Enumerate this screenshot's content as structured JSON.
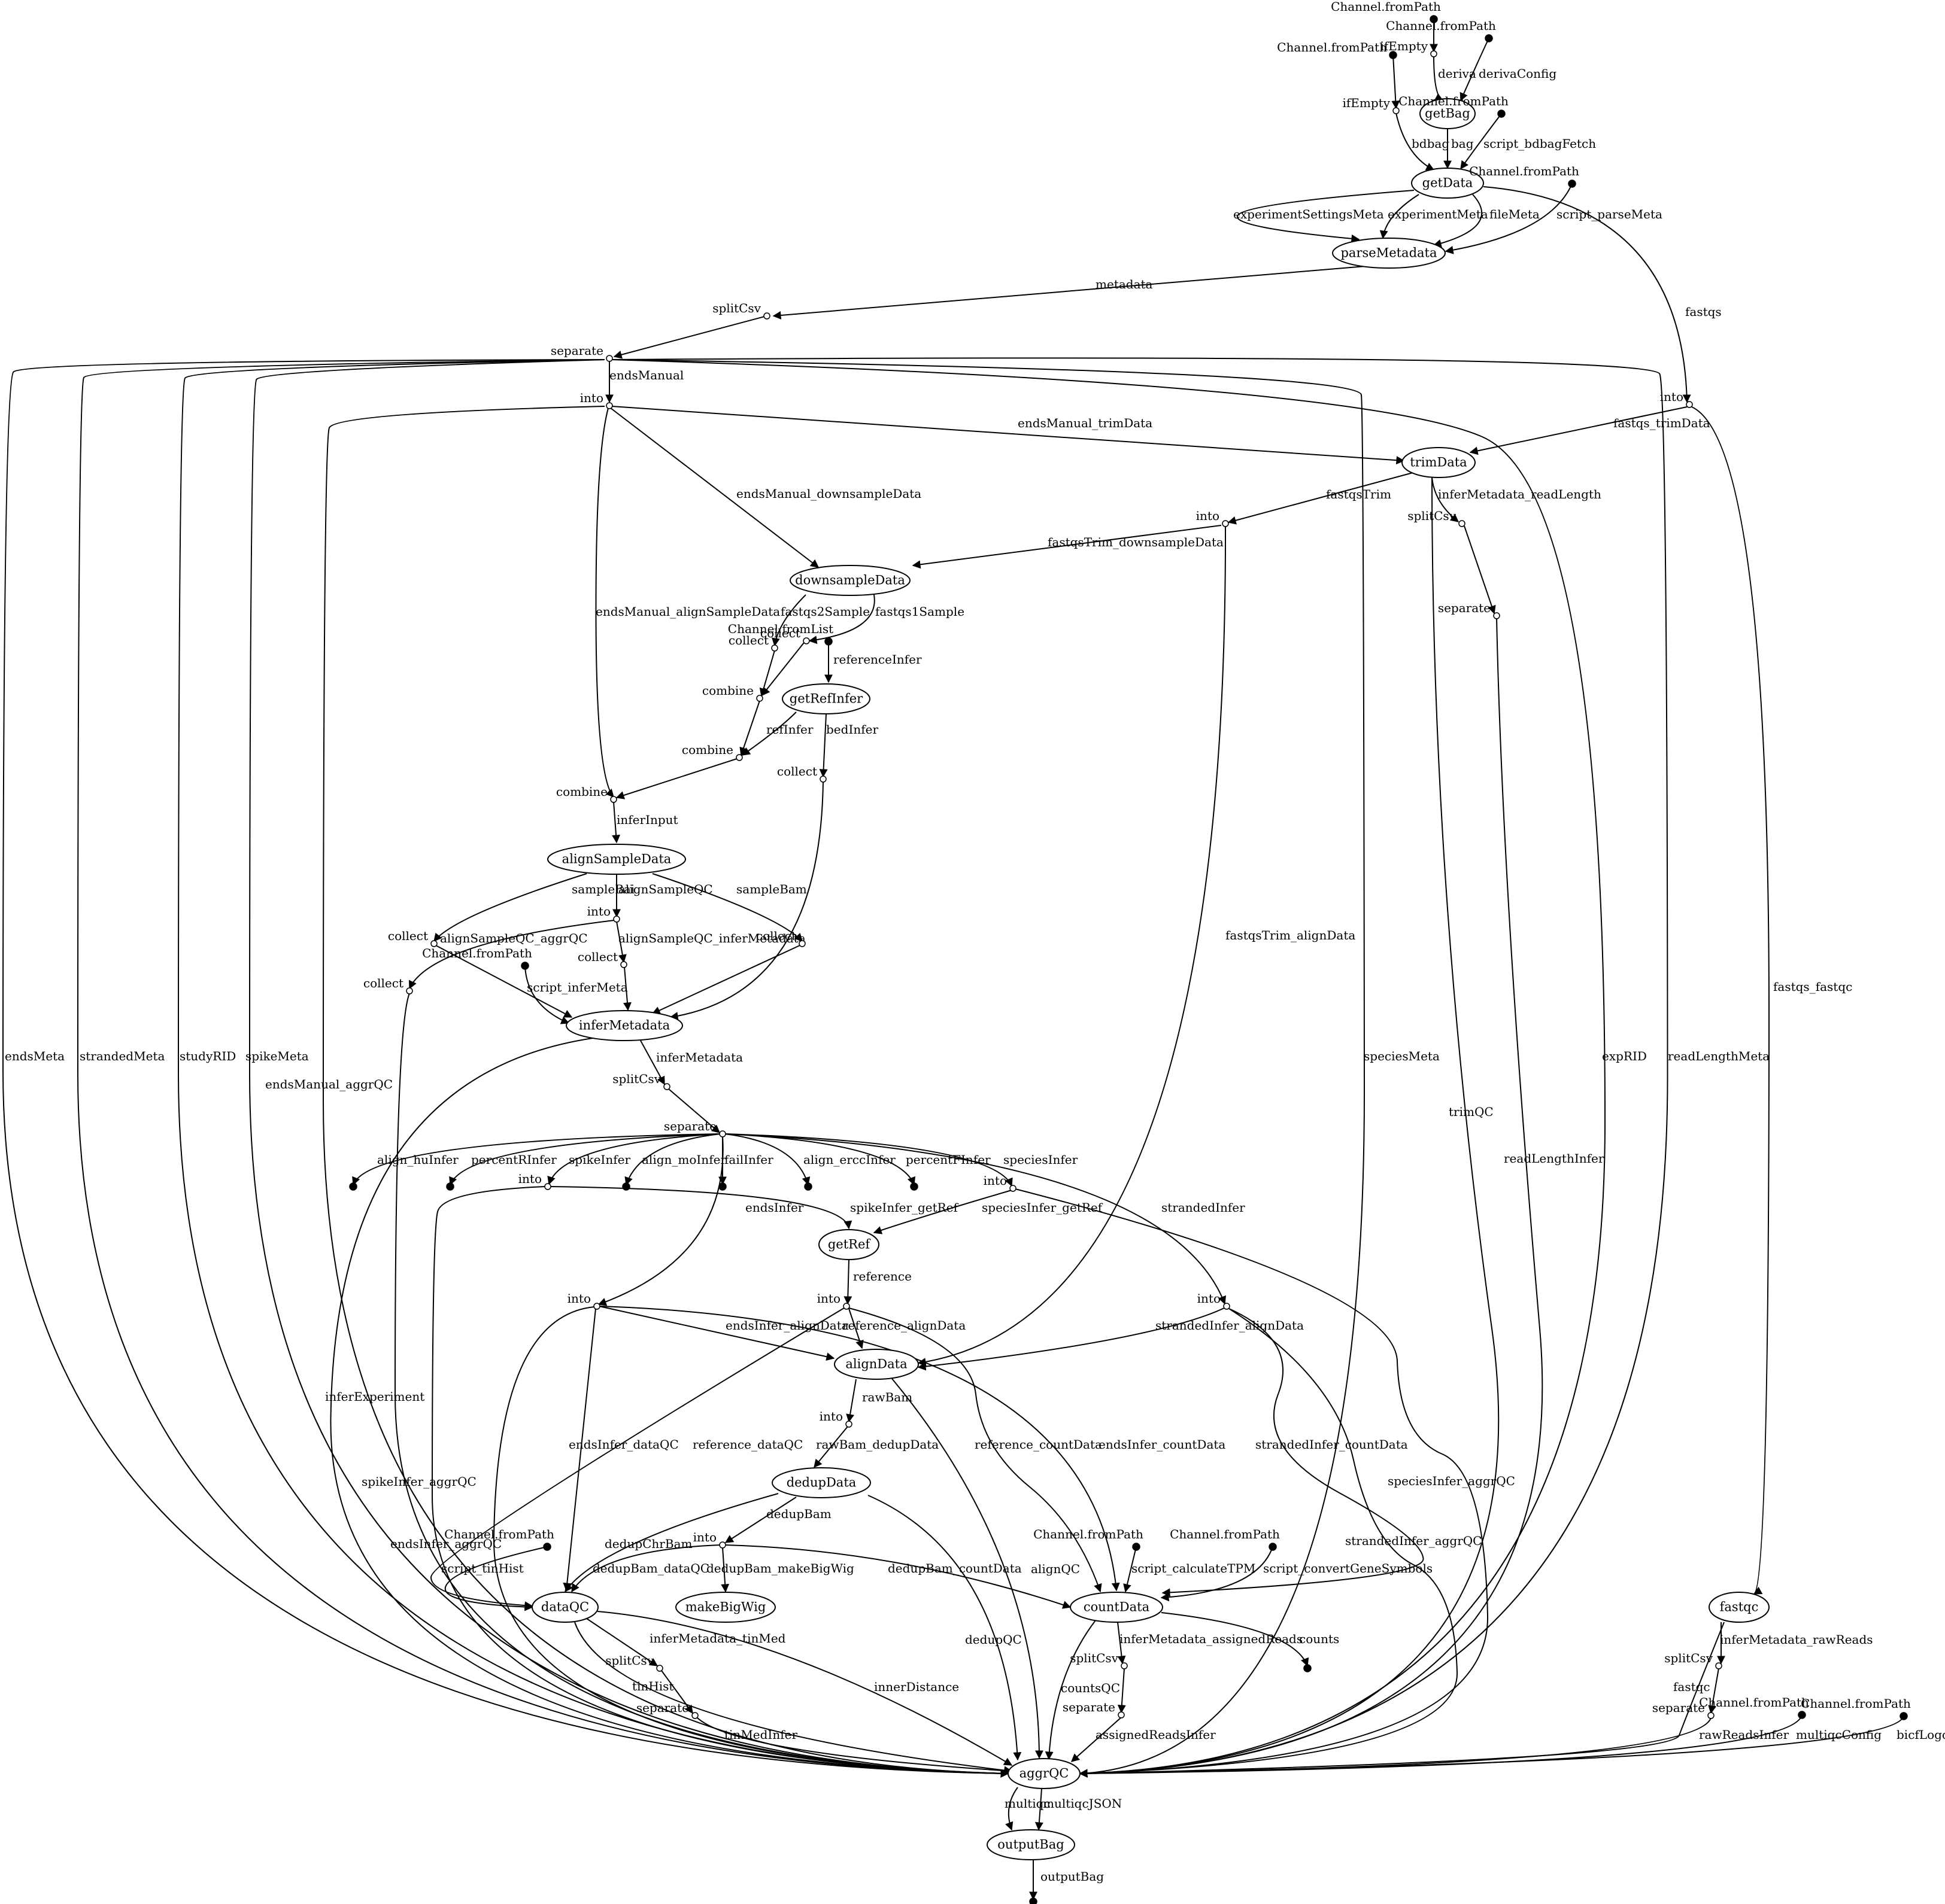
{
  "processes": [
    {
      "id": "getBag",
      "label": "getBag"
    },
    {
      "id": "getData",
      "label": "getData"
    },
    {
      "id": "parseMetadata",
      "label": "parseMetadata"
    },
    {
      "id": "trimData",
      "label": "trimData"
    },
    {
      "id": "downsampleData",
      "label": "downsampleData"
    },
    {
      "id": "getRefInfer",
      "label": "getRefInfer"
    },
    {
      "id": "alignSampleData",
      "label": "alignSampleData"
    },
    {
      "id": "inferMetadata",
      "label": "inferMetadata"
    },
    {
      "id": "getRef",
      "label": "getRef"
    },
    {
      "id": "alignData",
      "label": "alignData"
    },
    {
      "id": "dedupData",
      "label": "dedupData"
    },
    {
      "id": "makeBigWig",
      "label": "makeBigWig"
    },
    {
      "id": "dataQC",
      "label": "dataQC"
    },
    {
      "id": "countData",
      "label": "countData"
    },
    {
      "id": "fastqc",
      "label": "fastqc"
    },
    {
      "id": "aggrQC",
      "label": "aggrQC"
    },
    {
      "id": "outputBag",
      "label": "outputBag"
    }
  ],
  "points": [
    {
      "id": "src1",
      "label": "Channel.fromPath",
      "filled": true
    },
    {
      "id": "ife1",
      "label": "ifEmpty",
      "filled": false
    },
    {
      "id": "src2",
      "label": "Channel.fromPath",
      "filled": true
    },
    {
      "id": "ife2",
      "label": "ifEmpty",
      "filled": false
    },
    {
      "id": "src3",
      "label": "Channel.fromPath",
      "filled": true
    },
    {
      "id": "src4",
      "label": "Channel.fromPath",
      "filled": true
    },
    {
      "id": "src5",
      "label": "Channel.fromPath",
      "filled": true
    },
    {
      "id": "splitCsv1",
      "label": "splitCsv",
      "filled": false
    },
    {
      "id": "sep1",
      "label": "separate",
      "filled": false
    },
    {
      "id": "into1",
      "label": "into",
      "filled": false
    },
    {
      "id": "into2",
      "label": "into",
      "filled": false
    },
    {
      "id": "into3",
      "label": "into",
      "filled": false
    },
    {
      "id": "splitCsv2",
      "label": "splitCsv",
      "filled": false
    },
    {
      "id": "sep2",
      "label": "separate",
      "filled": false
    },
    {
      "id": "col1",
      "label": "collect",
      "filled": false
    },
    {
      "id": "col2",
      "label": "collect",
      "filled": false
    },
    {
      "id": "src6",
      "label": "Channel.fromList",
      "filled": true
    },
    {
      "id": "comb1",
      "label": "combine",
      "filled": false
    },
    {
      "id": "comb2",
      "label": "combine",
      "filled": false
    },
    {
      "id": "col3",
      "label": "collect",
      "filled": false
    },
    {
      "id": "comb3",
      "label": "combine",
      "filled": false
    },
    {
      "id": "into4",
      "label": "into",
      "filled": false
    },
    {
      "id": "col4",
      "label": "collect",
      "filled": false
    },
    {
      "id": "col5",
      "label": "collect",
      "filled": false
    },
    {
      "id": "col6",
      "label": "collect",
      "filled": false
    },
    {
      "id": "col7",
      "label": "collect",
      "filled": false
    },
    {
      "id": "src7",
      "label": "Channel.fromPath",
      "filled": true
    },
    {
      "id": "splitCsv3",
      "label": "splitCsv",
      "filled": false
    },
    {
      "id": "sep3",
      "label": "separate",
      "filled": false
    },
    {
      "id": "into5",
      "label": "into",
      "filled": false
    },
    {
      "id": "into6",
      "label": "into",
      "filled": false
    },
    {
      "id": "into7",
      "label": "into",
      "filled": false
    },
    {
      "id": "into8",
      "label": "into",
      "filled": false
    },
    {
      "id": "into9",
      "label": "into",
      "filled": false
    },
    {
      "id": "into10",
      "label": "into",
      "filled": false
    },
    {
      "id": "into11",
      "label": "into",
      "filled": false
    },
    {
      "id": "src8",
      "label": "Channel.fromPath",
      "filled": true
    },
    {
      "id": "src9",
      "label": "Channel.fromPath",
      "filled": true
    },
    {
      "id": "src10",
      "label": "Channel.fromPath",
      "filled": true
    },
    {
      "id": "splitCsv4",
      "label": "splitCsv",
      "filled": false
    },
    {
      "id": "sep4",
      "label": "separate",
      "filled": false
    },
    {
      "id": "splitCsv5",
      "label": "splitCsv",
      "filled": false
    },
    {
      "id": "sep5",
      "label": "separate",
      "filled": false
    },
    {
      "id": "splitCsv6",
      "label": "splitCsv",
      "filled": false
    },
    {
      "id": "sep6",
      "label": "separate",
      "filled": false
    },
    {
      "id": "src11",
      "label": "Channel.fromPath",
      "filled": true
    },
    {
      "id": "src12",
      "label": "Channel.fromPath",
      "filled": true
    },
    {
      "id": "sink1",
      "label": "",
      "filled": true
    },
    {
      "id": "sink2",
      "label": "",
      "filled": true
    },
    {
      "id": "sink3",
      "label": "",
      "filled": true
    },
    {
      "id": "sink4",
      "label": "",
      "filled": true
    },
    {
      "id": "sink5",
      "label": "",
      "filled": true
    },
    {
      "id": "sink6",
      "label": "",
      "filled": true
    },
    {
      "id": "sink7",
      "label": "",
      "filled": true
    },
    {
      "id": "sink8",
      "label": "",
      "filled": true
    },
    {
      "id": "sink9",
      "label": "",
      "filled": true
    }
  ],
  "edges": [
    {
      "id": "e1",
      "from": "src1",
      "to": "ife1",
      "label": ""
    },
    {
      "id": "e2",
      "from": "ife1",
      "to": "getBag",
      "label": "deriva"
    },
    {
      "id": "e3",
      "from": "src3",
      "to": "getBag",
      "label": "derivaConfig"
    },
    {
      "id": "e4",
      "from": "src2",
      "to": "ife2",
      "label": ""
    },
    {
      "id": "e5",
      "from": "ife2",
      "to": "getData",
      "label": "bdbag"
    },
    {
      "id": "e6",
      "from": "getBag",
      "to": "getData",
      "label": "bag"
    },
    {
      "id": "e7",
      "from": "src4",
      "to": "getData",
      "label": "script_bdbagFetch"
    },
    {
      "id": "e8",
      "from": "getData",
      "to": "parseMetadata",
      "label": "experimentSettingsMeta"
    },
    {
      "id": "e9",
      "from": "getData",
      "to": "parseMetadata",
      "label": "experimentMeta"
    },
    {
      "id": "e10",
      "from": "getData",
      "to": "parseMetadata",
      "label": "fileMeta"
    },
    {
      "id": "e11",
      "from": "src5",
      "to": "parseMetadata",
      "label": "script_parseMeta"
    },
    {
      "id": "e12",
      "from": "getData",
      "to": "into2",
      "label": "fastqs"
    },
    {
      "id": "e13",
      "from": "parseMetadata",
      "to": "splitCsv1",
      "label": "metadata"
    },
    {
      "id": "e14",
      "from": "splitCsv1",
      "to": "sep1",
      "label": ""
    },
    {
      "id": "e15",
      "from": "sep1",
      "to": "into1",
      "label": "endsManual"
    },
    {
      "id": "e16",
      "from": "sep1",
      "to": "aggrQC",
      "label": "endsMeta"
    },
    {
      "id": "e17",
      "from": "sep1",
      "to": "aggrQC",
      "label": "strandedMeta"
    },
    {
      "id": "e18",
      "from": "sep1",
      "to": "aggrQC",
      "label": "studyRID"
    },
    {
      "id": "e19",
      "from": "sep1",
      "to": "aggrQC",
      "label": "spikeMeta"
    },
    {
      "id": "e20",
      "from": "sep1",
      "to": "aggrQC",
      "label": "speciesMeta"
    },
    {
      "id": "e21",
      "from": "sep1",
      "to": "aggrQC",
      "label": "expRID"
    },
    {
      "id": "e22",
      "from": "sep1",
      "to": "aggrQC",
      "label": "readLengthMeta"
    },
    {
      "id": "e23",
      "from": "into1",
      "to": "aggrQC",
      "label": "endsManual_aggrQC"
    },
    {
      "id": "e24",
      "from": "into1",
      "to": "trimData",
      "label": "endsManual_trimData"
    },
    {
      "id": "e25",
      "from": "into1",
      "to": "downsampleData",
      "label": "endsManual_downsampleData"
    },
    {
      "id": "e26",
      "from": "into1",
      "to": "comb3",
      "label": "endsManual_alignSampleData"
    },
    {
      "id": "e27",
      "from": "into2",
      "to": "trimData",
      "label": "fastqs_trimData"
    },
    {
      "id": "e28",
      "from": "into2",
      "to": "fastqc",
      "label": "fastqs_fastqc"
    },
    {
      "id": "e29",
      "from": "trimData",
      "to": "into3",
      "label": "fastqsTrim"
    },
    {
      "id": "e30",
      "from": "trimData",
      "to": "splitCsv2",
      "label": "inferMetadata_readLength"
    },
    {
      "id": "e31",
      "from": "trimData",
      "to": "aggrQC",
      "label": "trimQC"
    },
    {
      "id": "e32",
      "from": "splitCsv2",
      "to": "sep2",
      "label": ""
    },
    {
      "id": "e33",
      "from": "sep2",
      "to": "aggrQC",
      "label": "readLengthInfer"
    },
    {
      "id": "e34",
      "from": "into3",
      "to": "downsampleData",
      "label": "fastqsTrim_downsampleData"
    },
    {
      "id": "e35",
      "from": "into3",
      "to": "alignData",
      "label": "fastqsTrim_alignData"
    },
    {
      "id": "e36",
      "from": "downsampleData",
      "to": "col1",
      "label": "fastqs2Sample"
    },
    {
      "id": "e37",
      "from": "downsampleData",
      "to": "col2",
      "label": "fastqs1Sample"
    },
    {
      "id": "e38",
      "from": "col1",
      "to": "comb1",
      "label": ""
    },
    {
      "id": "e39",
      "from": "col2",
      "to": "comb1",
      "label": ""
    },
    {
      "id": "e40",
      "from": "src6",
      "to": "getRefInfer",
      "label": "referenceInfer"
    },
    {
      "id": "e41",
      "from": "comb1",
      "to": "comb2",
      "label": ""
    },
    {
      "id": "e42",
      "from": "getRefInfer",
      "to": "comb2",
      "label": "refInfer"
    },
    {
      "id": "e43",
      "from": "getRefInfer",
      "to": "col3",
      "label": "bedInfer"
    },
    {
      "id": "e44",
      "from": "comb2",
      "to": "comb3",
      "label": ""
    },
    {
      "id": "e45",
      "from": "comb3",
      "to": "alignSampleData",
      "label": "inferInput"
    },
    {
      "id": "e46",
      "from": "alignSampleData",
      "to": "col4",
      "label": "sampleBai"
    },
    {
      "id": "e47",
      "from": "alignSampleData",
      "to": "into4",
      "label": "alignSampleQC"
    },
    {
      "id": "e48",
      "from": "alignSampleData",
      "to": "col6",
      "label": "sampleBam"
    },
    {
      "id": "e49",
      "from": "into4",
      "to": "col7",
      "label": "alignSampleQC_aggrQC"
    },
    {
      "id": "e50",
      "from": "into4",
      "to": "col5",
      "label": "alignSampleQC_inferMetadata"
    },
    {
      "id": "e51",
      "from": "col4",
      "to": "inferMetadata",
      "label": ""
    },
    {
      "id": "e52",
      "from": "col5",
      "to": "inferMetadata",
      "label": ""
    },
    {
      "id": "e53",
      "from": "col6",
      "to": "inferMetadata",
      "label": ""
    },
    {
      "id": "e54",
      "from": "col3",
      "to": "inferMetadata",
      "label": ""
    },
    {
      "id": "e55",
      "from": "src7",
      "to": "inferMetadata",
      "label": "script_inferMeta"
    },
    {
      "id": "e56",
      "from": "col7",
      "to": "aggrQC",
      "label": ""
    },
    {
      "id": "e57",
      "from": "inferMetadata",
      "to": "aggrQC",
      "label": "inferExperiment"
    },
    {
      "id": "e58",
      "from": "inferMetadata",
      "to": "splitCsv3",
      "label": "inferMetadata"
    },
    {
      "id": "e59",
      "from": "splitCsv3",
      "to": "sep3",
      "label": ""
    },
    {
      "id": "e60",
      "from": "sep3",
      "to": "sink1",
      "label": "align_huInfer"
    },
    {
      "id": "e61",
      "from": "sep3",
      "to": "sink2",
      "label": "percentRInfer"
    },
    {
      "id": "e62",
      "from": "sep3",
      "to": "into5",
      "label": "spikeInfer"
    },
    {
      "id": "e63",
      "from": "sep3",
      "to": "sink3",
      "label": "align_moInfer"
    },
    {
      "id": "e64",
      "from": "sep3",
      "to": "sink4",
      "label": "failInfer"
    },
    {
      "id": "e65",
      "from": "sep3",
      "to": "sink5",
      "label": "align_erccInfer"
    },
    {
      "id": "e66",
      "from": "sep3",
      "to": "sink6",
      "label": "percentFInfer"
    },
    {
      "id": "e67",
      "from": "sep3",
      "to": "into6",
      "label": "speciesInfer"
    },
    {
      "id": "e68",
      "from": "sep3",
      "to": "into7",
      "label": "endsInfer"
    },
    {
      "id": "e69",
      "from": "sep3",
      "to": "into9",
      "label": "strandedInfer"
    },
    {
      "id": "e70",
      "from": "into5",
      "to": "getRef",
      "label": "spikeInfer_getRef"
    },
    {
      "id": "e71",
      "from": "into5",
      "to": "aggrQC",
      "label": "spikeInfer_aggrQC"
    },
    {
      "id": "e72",
      "from": "into6",
      "to": "getRef",
      "label": "speciesInfer_getRef"
    },
    {
      "id": "e73",
      "from": "into6",
      "to": "aggrQC",
      "label": "speciesInfer_aggrQC"
    },
    {
      "id": "e74",
      "from": "getRef",
      "to": "into8",
      "label": "reference"
    },
    {
      "id": "e75",
      "from": "into7",
      "to": "alignData",
      "label": "endsInfer_alignData"
    },
    {
      "id": "e76",
      "from": "into7",
      "to": "dataQC",
      "label": "endsInfer_dataQC"
    },
    {
      "id": "e77",
      "from": "into7",
      "to": "countData",
      "label": "endsInfer_countData"
    },
    {
      "id": "e78",
      "from": "into7",
      "to": "aggrQC",
      "label": "endsInfer_aggrQC"
    },
    {
      "id": "e79",
      "from": "into8",
      "to": "alignData",
      "label": "reference_alignData"
    },
    {
      "id": "e80",
      "from": "into8",
      "to": "dataQC",
      "label": "reference_dataQC"
    },
    {
      "id": "e81",
      "from": "into8",
      "to": "countData",
      "label": "reference_countData"
    },
    {
      "id": "e82",
      "from": "into9",
      "to": "alignData",
      "label": "strandedInfer_alignData"
    },
    {
      "id": "e83",
      "from": "into9",
      "to": "countData",
      "label": "strandedInfer_countData"
    },
    {
      "id": "e84",
      "from": "into9",
      "to": "aggrQC",
      "label": "strandedInfer_aggrQC"
    },
    {
      "id": "e85",
      "from": "alignData",
      "to": "into10",
      "label": "rawBam"
    },
    {
      "id": "e86",
      "from": "alignData",
      "to": "aggrQC",
      "label": "alignQC"
    },
    {
      "id": "e87",
      "from": "into10",
      "to": "dedupData",
      "label": "rawBam_dedupData"
    },
    {
      "id": "e88",
      "from": "dedupData",
      "to": "into11",
      "label": "dedupBam"
    },
    {
      "id": "e89",
      "from": "dedupData",
      "to": "dataQC",
      "label": "dedupChrBam"
    },
    {
      "id": "e90",
      "from": "dedupData",
      "to": "aggrQC",
      "label": "dedupQC"
    },
    {
      "id": "e91",
      "from": "into11",
      "to": "dataQC",
      "label": "dedupBam_dataQC"
    },
    {
      "id": "e92",
      "from": "into11",
      "to": "makeBigWig",
      "label": "dedupBam_makeBigWig"
    },
    {
      "id": "e93",
      "from": "into11",
      "to": "countData",
      "label": "dedupBam_countData"
    },
    {
      "id": "e94",
      "from": "src8",
      "to": "dataQC",
      "label": "script_tinHist"
    },
    {
      "id": "e95",
      "from": "src9",
      "to": "countData",
      "label": "script_calculateTPM"
    },
    {
      "id": "e96",
      "from": "src10",
      "to": "countData",
      "label": "script_convertGeneSymbols"
    },
    {
      "id": "e97",
      "from": "dataQC",
      "to": "splitCsv4",
      "label": "inferMetadata_tinMed"
    },
    {
      "id": "e98",
      "from": "dataQC",
      "to": "aggrQC",
      "label": "tinHist"
    },
    {
      "id": "e99",
      "from": "dataQC",
      "to": "aggrQC",
      "label": "innerDistance"
    },
    {
      "id": "e100",
      "from": "splitCsv4",
      "to": "sep4",
      "label": ""
    },
    {
      "id": "e101",
      "from": "sep4",
      "to": "aggrQC",
      "label": "tinMedInfer"
    },
    {
      "id": "e102",
      "from": "countData",
      "to": "splitCsv5",
      "label": "inferMetadata_assignedReads"
    },
    {
      "id": "e103",
      "from": "countData",
      "to": "sink7",
      "label": "counts"
    },
    {
      "id": "e104",
      "from": "countData",
      "to": "aggrQC",
      "label": "countsQC"
    },
    {
      "id": "e105",
      "from": "splitCsv5",
      "to": "sep5",
      "label": ""
    },
    {
      "id": "e106",
      "from": "sep5",
      "to": "aggrQC",
      "label": "assignedReadsInfer"
    },
    {
      "id": "e107",
      "from": "fastqc",
      "to": "splitCsv6",
      "label": "inferMetadata_rawReads"
    },
    {
      "id": "e108",
      "from": "fastqc",
      "to": "aggrQC",
      "label": "fastqc"
    },
    {
      "id": "e109",
      "from": "splitCsv6",
      "to": "sep6",
      "label": ""
    },
    {
      "id": "e110",
      "from": "sep6",
      "to": "aggrQC",
      "label": "rawReadsInfer"
    },
    {
      "id": "e111",
      "from": "src11",
      "to": "aggrQC",
      "label": "multiqcConfig"
    },
    {
      "id": "e112",
      "from": "src12",
      "to": "aggrQC",
      "label": "bicfLogo"
    },
    {
      "id": "e113",
      "from": "aggrQC",
      "to": "outputBag",
      "label": "multiqc"
    },
    {
      "id": "e114",
      "from": "aggrQC",
      "to": "outputBag",
      "label": "multiqcJSON"
    },
    {
      "id": "e115",
      "from": "outputBag",
      "to": "sink9",
      "label": "outputBag"
    }
  ]
}
